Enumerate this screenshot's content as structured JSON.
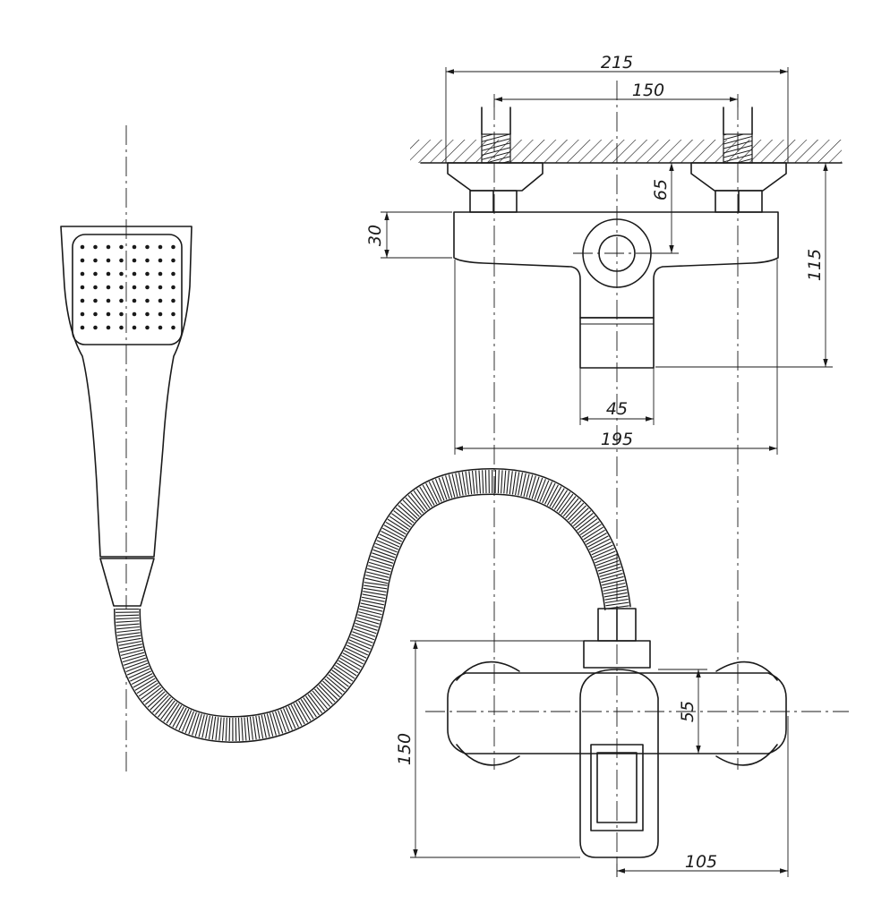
{
  "dimensions": {
    "top_overall_width": "215",
    "top_center_distance": "150",
    "body_height": "30",
    "outlet_offset": "65",
    "total_depth": "115",
    "outlet_width": "45",
    "body_width": "195",
    "front_height": "150",
    "handle_height": "55",
    "front_half_width": "105"
  },
  "icons": {
    "hand_shower": "hand-shower-icon",
    "hose": "flexible-hose-icon",
    "mixer_top": "mixer-top-view-icon",
    "mixer_front": "mixer-front-view-icon"
  },
  "colors": {
    "line": "#1a1a1a",
    "background": "#ffffff"
  }
}
